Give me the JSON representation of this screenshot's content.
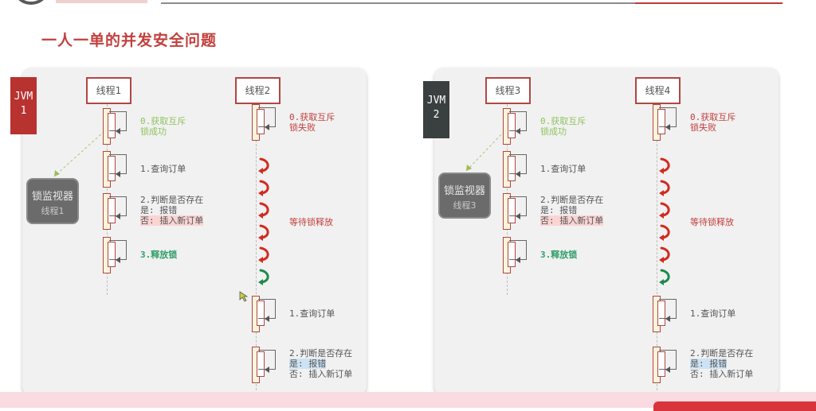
{
  "header": {
    "title": "一人一单的并发安全问题",
    "colors": {
      "accent": "#c2403d",
      "rule_gray": "#8a8a8a"
    }
  },
  "panels": [
    {
      "jvm": {
        "label": "JVM\n1",
        "color": "#b83230"
      },
      "monitor": {
        "title": "锁监视器",
        "owner": "线程1"
      },
      "threads": [
        {
          "name": "线程1",
          "steps": [
            {
              "text_lines": [
                "0.获取互斥",
                "锁成功"
              ],
              "style": "success"
            },
            {
              "text_lines": [
                "1.查询订单"
              ],
              "style": "normal"
            },
            {
              "text_lines": [
                "2.判断是否存在",
                "是: 报错",
                "否: 插入新订单"
              ],
              "style": "normal",
              "highlight_line": 2,
              "highlight_color": "red"
            },
            {
              "text_lines": [
                "3.释放锁"
              ],
              "style": "release"
            }
          ]
        },
        {
          "name": "线程2",
          "steps": [
            {
              "text_lines": [
                "0.获取互斥",
                "锁失败"
              ],
              "style": "fail"
            },
            {
              "text_lines": [
                "1.查询订单"
              ],
              "style": "normal"
            },
            {
              "text_lines": [
                "2.判断是否存在",
                "是: 报错",
                "否: 插入新订单"
              ],
              "style": "normal",
              "highlight_line": 1,
              "highlight_color": "blue"
            }
          ],
          "wait_label": "等待锁释放",
          "wait_arrows": [
            "red",
            "red",
            "red",
            "red",
            "red",
            "green"
          ]
        }
      ]
    },
    {
      "jvm": {
        "label": "JVM\n2",
        "color": "#3a3f3f"
      },
      "monitor": {
        "title": "锁监视器",
        "owner": "线程3"
      },
      "threads": [
        {
          "name": "线程3",
          "steps": [
            {
              "text_lines": [
                "0.获取互斥",
                "锁成功"
              ],
              "style": "success"
            },
            {
              "text_lines": [
                "1.查询订单"
              ],
              "style": "normal"
            },
            {
              "text_lines": [
                "2.判断是否存在",
                "是: 报错",
                "否: 插入新订单"
              ],
              "style": "normal",
              "highlight_line": 2,
              "highlight_color": "red"
            },
            {
              "text_lines": [
                "3.释放锁"
              ],
              "style": "release"
            }
          ]
        },
        {
          "name": "线程4",
          "steps": [
            {
              "text_lines": [
                "0.获取互斥",
                "锁失败"
              ],
              "style": "fail"
            },
            {
              "text_lines": [
                "1.查询订单"
              ],
              "style": "normal"
            },
            {
              "text_lines": [
                "2.判断是否存在",
                "是: 报错",
                "否: 插入新订单"
              ],
              "style": "normal",
              "highlight_line": 1,
              "highlight_color": "blue"
            }
          ],
          "wait_label": "等待锁释放",
          "wait_arrows": [
            "red",
            "red",
            "red",
            "red",
            "red",
            "green"
          ]
        }
      ]
    }
  ]
}
